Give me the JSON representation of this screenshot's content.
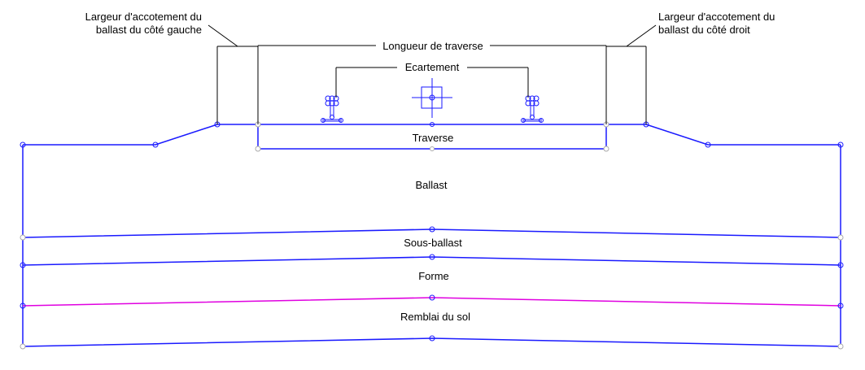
{
  "labels": {
    "left_shoulder": [
      "Largeur d'accotement du",
      "ballast du côté gauche"
    ],
    "right_shoulder": [
      "Largeur d'accotement du",
      "ballast du côté droit"
    ],
    "sleeper_length": "Longueur de traverse",
    "gauge": "Ecartement",
    "sleeper": "Traverse",
    "ballast": "Ballast",
    "subballast": "Sous-ballast",
    "formation": "Forme",
    "embankment": "Remblai du sol"
  },
  "colors": {
    "layer_line": "#1a1aff",
    "selected_line": "#e000e0",
    "dimension": "#000000",
    "inactive_node": "#aaaaaa"
  }
}
